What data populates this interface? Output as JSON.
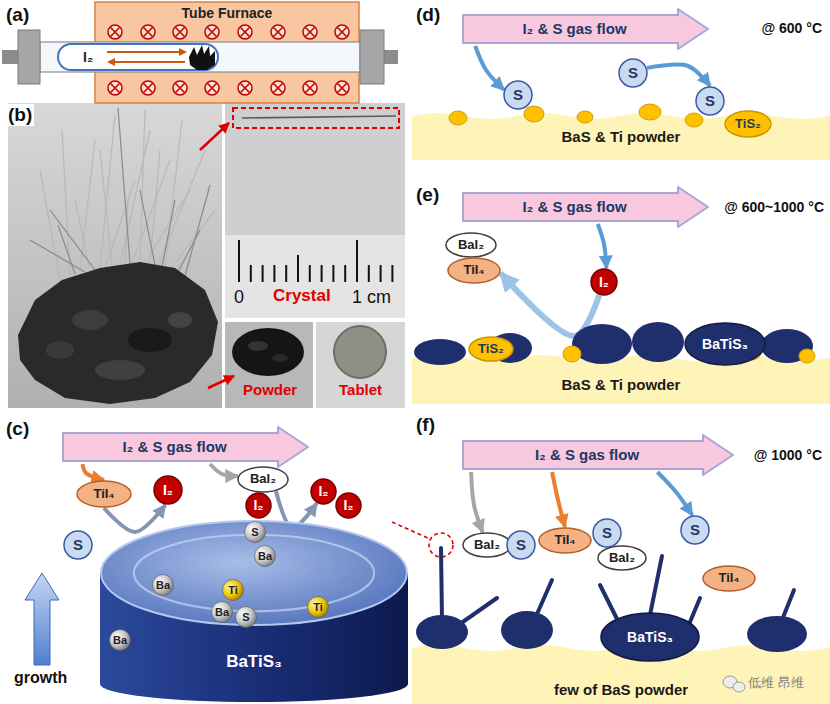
{
  "diagram": {
    "nodes": [
      {
        "text": [
          "Tube Furnace"
        ]
      },
      {
        "text": [
          "I₂"
        ],
        "in": 0
      },
      {
        "text": [
          "I₂ & S gas flow"
        ]
      },
      {
        "text": [
          "TiI₄"
        ]
      },
      {
        "text": [
          "I₂"
        ]
      },
      {
        "text": [
          "BaI₂"
        ]
      },
      {
        "text": [
          "I₂"
        ]
      },
      {
        "text": [
          "I₂"
        ]
      },
      {
        "text": [
          "I₂"
        ]
      },
      {
        "text": [
          "S"
        ]
      },
      {
        "text": [
          "BaTiS₃"
        ]
      },
      {
        "text": [
          "S"
        ],
        "in": 10
      },
      {
        "text": [
          "Ba"
        ],
        "in": 10
      },
      {
        "text": [
          "Ba"
        ],
        "in": 10
      },
      {
        "text": [
          "Ti"
        ],
        "in": 10
      },
      {
        "text": [
          "Ba"
        ],
        "in": 10
      },
      {
        "text": [
          "S"
        ],
        "in": 10
      },
      {
        "text": [
          "Ti"
        ],
        "in": 10
      },
      {
        "text": [
          "Ba"
        ],
        "in": 10
      },
      {
        "text": [
          "I₂ & S gas flow"
        ]
      },
      {
        "text": [
          "S"
        ]
      },
      {
        "text": [
          "S"
        ]
      },
      {
        "text": [
          "S"
        ]
      },
      {
        "text": [
          "BaS & Ti powder"
        ]
      },
      {
        "text": [
          "TiS₂"
        ]
      },
      {
        "text": [
          "I₂ & S gas flow"
        ]
      },
      {
        "text": [
          "BaI₂"
        ]
      },
      {
        "text": [
          "TiI₄"
        ]
      },
      {
        "text": [
          "I₂"
        ]
      },
      {
        "text": [
          "BaS & Ti powder"
        ]
      },
      {
        "text": [
          "TiS₂"
        ]
      },
      {
        "text": [
          "BaTiS₃"
        ]
      },
      {
        "text": [
          "I₂ & S gas flow"
        ]
      },
      {
        "text": [
          "BaI₂"
        ]
      },
      {
        "text": [
          "S"
        ]
      },
      {
        "text": [
          "TiI₄"
        ]
      },
      {
        "text": [
          "S"
        ]
      },
      {
        "text": [
          "BaI₂"
        ]
      },
      {
        "text": [
          "S"
        ]
      },
      {
        "text": [
          "TiI₄"
        ]
      },
      {
        "text": [
          "few of BaS powder"
        ]
      },
      {
        "text": [
          "BaTiS₃"
        ]
      }
    ],
    "edges": [
      {
        "from": 2,
        "to": 3,
        "arrow": "to"
      },
      {
        "from": 2,
        "to": 5,
        "arrow": "to"
      },
      {
        "from": 3,
        "to": 4,
        "arrow": "to"
      },
      {
        "from": 5,
        "to": 7,
        "arrow": "to"
      },
      {
        "from": 19,
        "to": 20,
        "arrow": "to"
      },
      {
        "from": 21,
        "to": 22,
        "arrow": "to"
      },
      {
        "from": 25,
        "to": 28,
        "arrow": "to"
      },
      {
        "from": 28,
        "to": 27,
        "arrow": "to"
      },
      {
        "from": 32,
        "to": 33,
        "arrow": "to"
      },
      {
        "from": 32,
        "to": 35,
        "arrow": "to"
      },
      {
        "from": 32,
        "to": 38,
        "arrow": "to"
      }
    ],
    "labels": [
      "(a)",
      "(b)",
      "0",
      "Crystal",
      "1 cm",
      "Powder",
      "Tablet",
      "(c)",
      "growth",
      "(d)",
      "@ 600 °C",
      "(e)",
      "@ 600~1000 °C",
      "(f)",
      "@ 1000 °C",
      "低维 昂维"
    ]
  }
}
